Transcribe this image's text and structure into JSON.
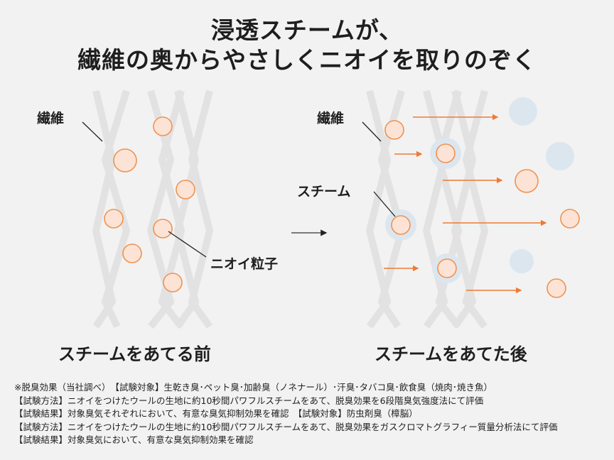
{
  "title": {
    "line1": "浸透スチームが、",
    "line2": "繊維の奥からやさしくニオイを取りのぞく"
  },
  "before_panel": {
    "fiber_label": "繊維",
    "odor_label": "ニオイ粒子",
    "caption": "スチームをあてる前"
  },
  "after_panel": {
    "fiber_label": "繊維",
    "steam_label": "スチーム",
    "caption": "スチームをあてた後"
  },
  "colors": {
    "background": "#f2f2f2",
    "fiber": "#e2e2e2",
    "particle_fill": "#fde3d6",
    "particle_stroke": "#f0924f",
    "steam_halo": "#dce6ef",
    "arrow": "#ee7a33",
    "leader_line": "#222222"
  },
  "notes": [
    "※脱臭効果（当社調べ）　【試験対象】生乾き臭･ペット臭･加齢臭（ノネナール）･汗臭･タバコ臭･飲食臭（焼肉･焼き魚）",
    "【試験方法】ニオイをつけたウールの生地に約10秒間パワフルスチームをあて、脱臭効果を6段階臭気強度法にて評価",
    "【試験結果】対象臭気それぞれにおいて、有意な臭気抑制効果を確認　【試験対象】防虫剤臭（樟脳）",
    "【試験方法】ニオイをつけたウールの生地に約10秒間パワフルスチームをあて、脱臭効果をガスクロマトグラフィー質量分析法にて評価",
    "【試験結果】対象臭気において、有意な臭気抑制効果を確認"
  ]
}
